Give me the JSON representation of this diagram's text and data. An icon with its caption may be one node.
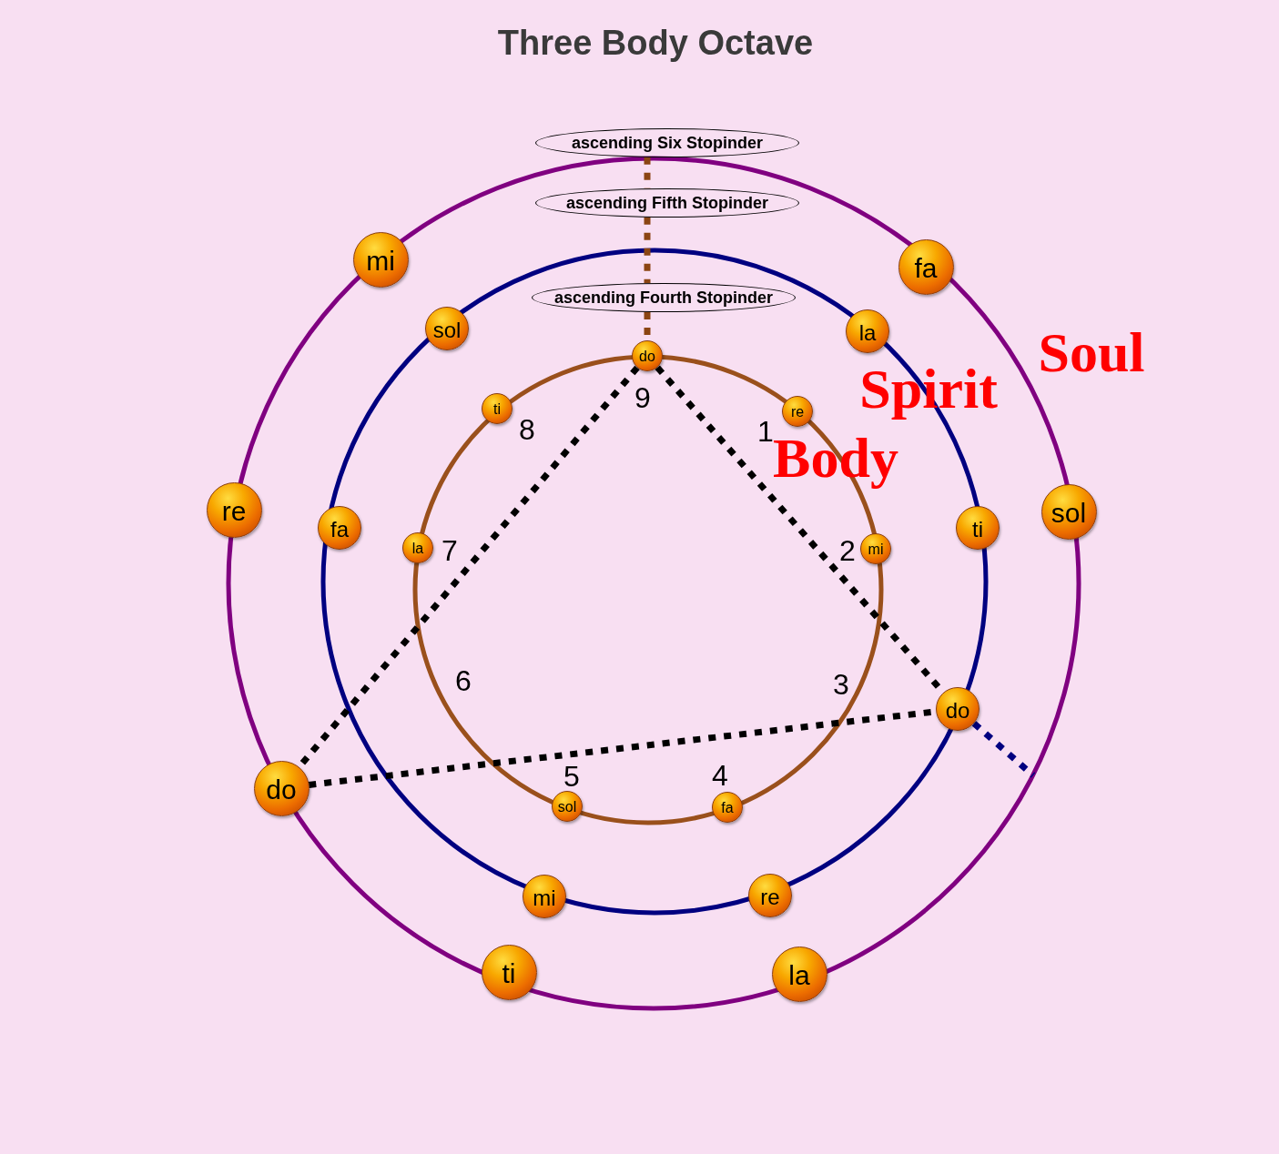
{
  "diagram": {
    "title": "Three Body Octave",
    "nodes": [
      {
        "text": [
          "ascending Six Stopinder"
        ]
      },
      {
        "text": [
          "ascending Fifth Stopinder"
        ]
      },
      {
        "text": [
          "ascending Fourth Stopinder"
        ]
      },
      {
        "text": [
          "mi"
        ]
      },
      {
        "text": [
          "fa"
        ]
      },
      {
        "text": [
          "sol"
        ]
      },
      {
        "text": [
          "la"
        ]
      },
      {
        "text": [
          "do"
        ]
      },
      {
        "text": [
          "ti"
        ]
      },
      {
        "text": [
          "re"
        ]
      },
      {
        "text": [
          "re"
        ]
      },
      {
        "text": [
          "sol"
        ]
      },
      {
        "text": [
          "fa"
        ]
      },
      {
        "text": [
          "ti"
        ]
      },
      {
        "text": [
          "la"
        ]
      },
      {
        "text": [
          "mi"
        ]
      },
      {
        "text": [
          "do"
        ]
      },
      {
        "text": [
          "do"
        ]
      },
      {
        "text": [
          "sol"
        ]
      },
      {
        "text": [
          "fa"
        ]
      },
      {
        "text": [
          "mi"
        ]
      },
      {
        "text": [
          "re"
        ]
      },
      {
        "text": [
          "ti"
        ]
      },
      {
        "text": [
          "la"
        ]
      }
    ],
    "edges": [
      {
        "from": 0,
        "to": 1,
        "arrow": "none",
        "color": "#8b4513"
      },
      {
        "from": 1,
        "to": 2,
        "arrow": "none",
        "color": "#8b4513"
      },
      {
        "from": 2,
        "to": 7,
        "arrow": "none",
        "color": "#8b4513"
      },
      {
        "from": 7,
        "to": 17,
        "arrow": "none",
        "color": "#000000"
      },
      {
        "from": 7,
        "to": 16,
        "arrow": "none",
        "color": "#000000"
      },
      {
        "from": 17,
        "to": 16,
        "arrow": "none",
        "color": "#000000"
      },
      {
        "from": 16,
        "to": null,
        "arrow": "none",
        "color": "#000080"
      }
    ],
    "labels": [
      "Soul",
      "Spirit",
      "9",
      "8",
      "1",
      "Body",
      "7",
      "2",
      "6",
      "3",
      "5",
      "4"
    ]
  }
}
